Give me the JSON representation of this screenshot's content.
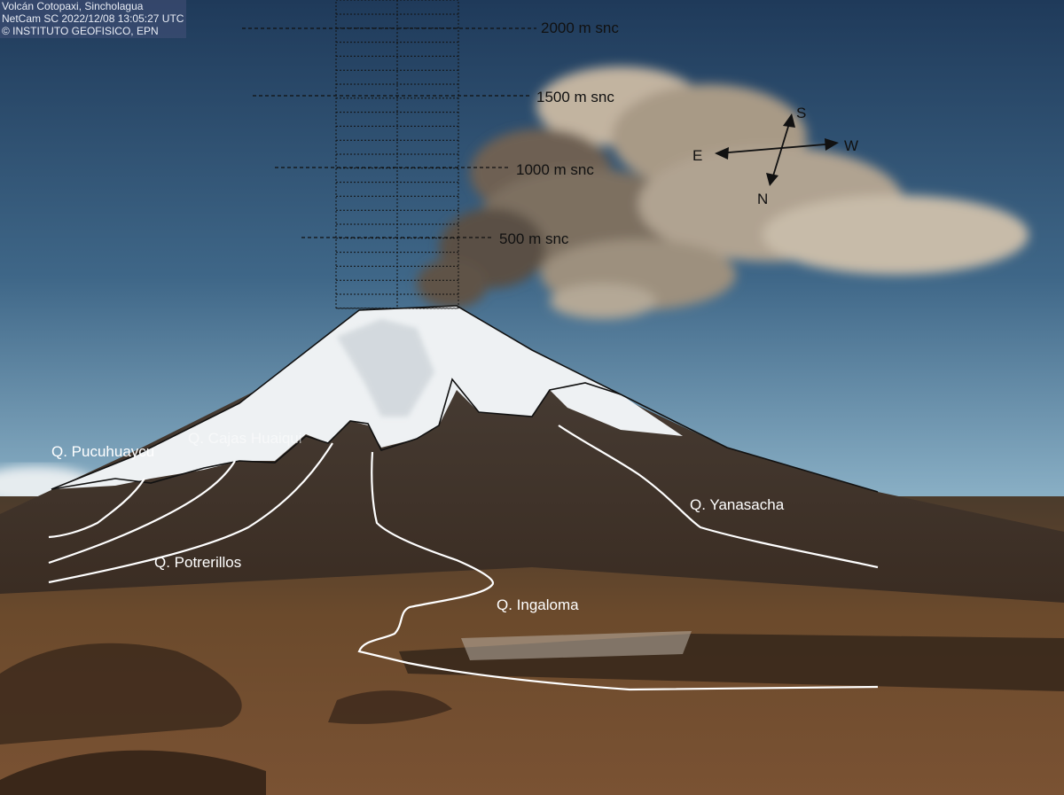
{
  "caption": {
    "line1": "Volcán Cotopaxi, Sincholagua",
    "line2": "NetCam SC 2022/12/08 13:05:27 UTC",
    "line3": "© INSTITUTO GEOFISICO, EPN"
  },
  "altitudes": {
    "h2000": "2000 m snc",
    "h1500": "1500 m snc",
    "h1000": "1000 m snc",
    "h500": "500 m snc"
  },
  "compass": {
    "north": "N",
    "south": "S",
    "east": "E",
    "west": "W"
  },
  "ravines": {
    "pucuhuaycu": "Q. Pucuhuaycu",
    "cajas": "Q. Cajas Huaiqui",
    "potrerillos": "Q. Potrerillos",
    "ingaloma": "Q. Ingaloma",
    "yanasacha": "Q. Yanasacha"
  },
  "colors": {
    "sky_top": "#1d3a5c",
    "sky_bottom": "#a8c3d2",
    "snow": "#f1f3f4",
    "plume": "#8c7f70",
    "ground": "#5c4128",
    "ravine_line": "#ffffff",
    "guide_line": "#111111"
  }
}
